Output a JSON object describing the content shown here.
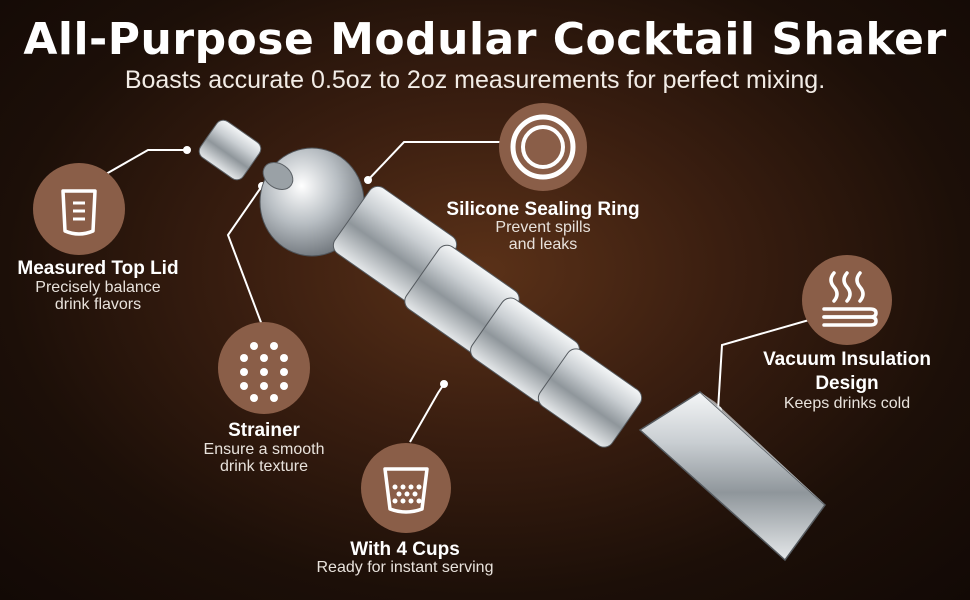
{
  "title": "All-Purpose Modular Cocktail Shaker",
  "subtitle": "Boasts accurate 0.5oz to 2oz measurements for perfect mixing.",
  "features": {
    "measured_top_lid": {
      "title": "Measured Top Lid",
      "desc_line1": "Precisely balance",
      "desc_line2": "drink flavors",
      "icon": "measuring-cup-icon"
    },
    "strainer": {
      "title": "Strainer",
      "desc_line1": "Ensure a smooth",
      "desc_line2": "drink texture",
      "icon": "strainer-dots-icon"
    },
    "silicone_ring": {
      "title": "Silicone Sealing Ring",
      "desc_line1": "Prevent spills",
      "desc_line2": "and leaks",
      "icon": "sealing-ring-icon"
    },
    "vacuum_insulation": {
      "title_line1": "Vacuum Insulation",
      "title_line2": "Design",
      "desc_line1": "Keeps drinks cold",
      "icon": "heat-waves-icon"
    },
    "four_cups": {
      "title": "With 4 Cups",
      "desc_line1": "Ready for instant serving",
      "icon": "cup-icon"
    }
  },
  "colors": {
    "icon_circle": "#8a5e48",
    "background": "#2a160b",
    "text": "#ffffff"
  }
}
